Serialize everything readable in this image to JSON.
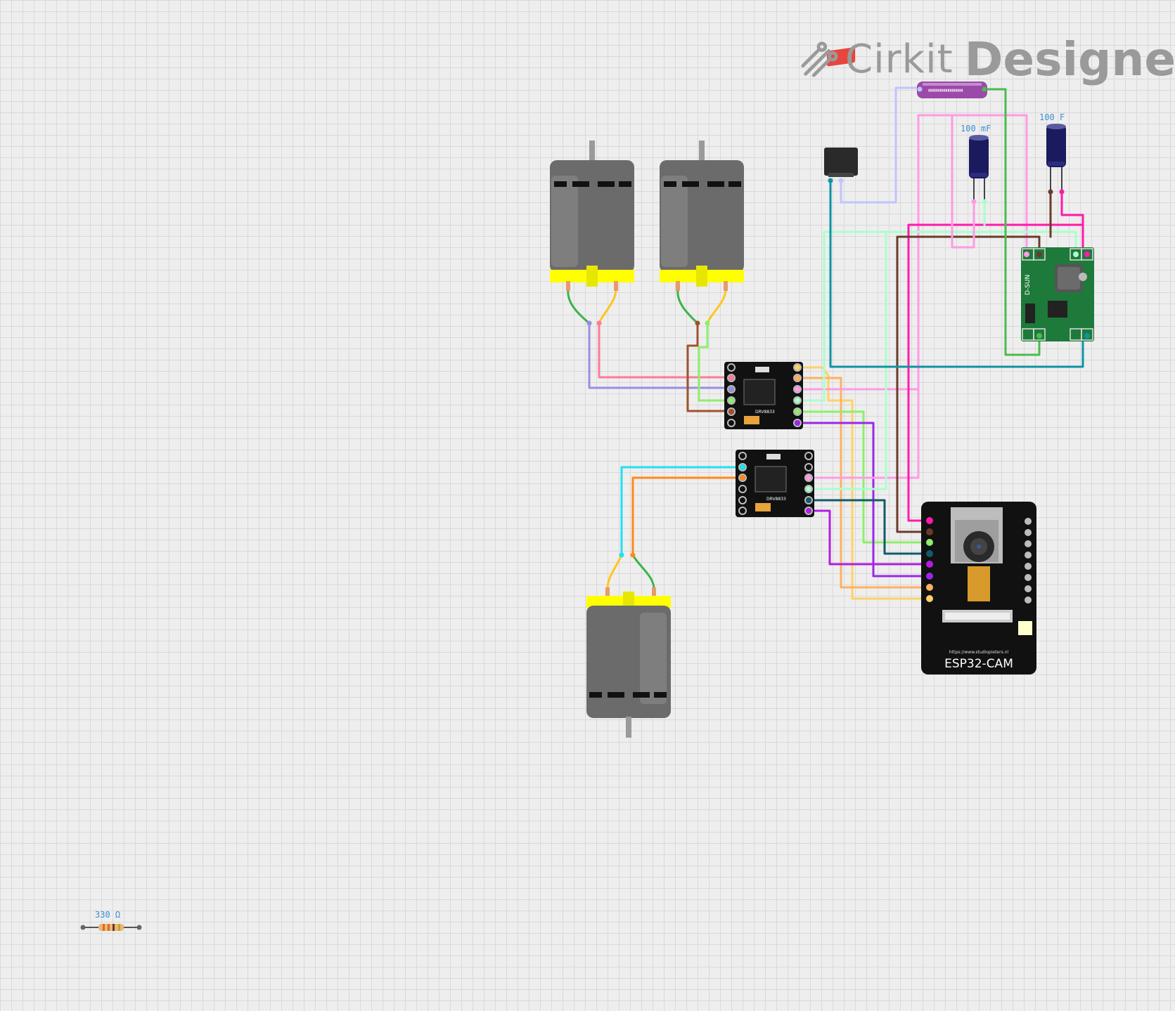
{
  "app": {
    "watermark_name": "Cirkit",
    "watermark_product": "Designer"
  },
  "components": {
    "capacitor_small": {
      "value_label": "100 mF"
    },
    "capacitor_large": {
      "value_label": "100 F"
    },
    "resistor": {
      "value_label": "330 Ω"
    },
    "esp32cam": {
      "name_label": "ESP32-CAM",
      "url_label": "https://www.studiopieters.nl"
    },
    "driver_top": {
      "chip_label": "DRV8833"
    },
    "driver_bottom": {
      "chip_label": "DRV8833"
    },
    "buck": {
      "brand_label": "D-SUN"
    }
  },
  "colors": {
    "canvas_bg": "#eeeeee",
    "grid_line": "#d9d9d9",
    "motor_body": "#6b6b6b",
    "motor_cap": "#ffff00",
    "label_blue": "#3a8fd0",
    "pcb_green": "#1d7a3a",
    "battery_purple": "#9b4aa8",
    "switch_red": "#e8453c"
  }
}
